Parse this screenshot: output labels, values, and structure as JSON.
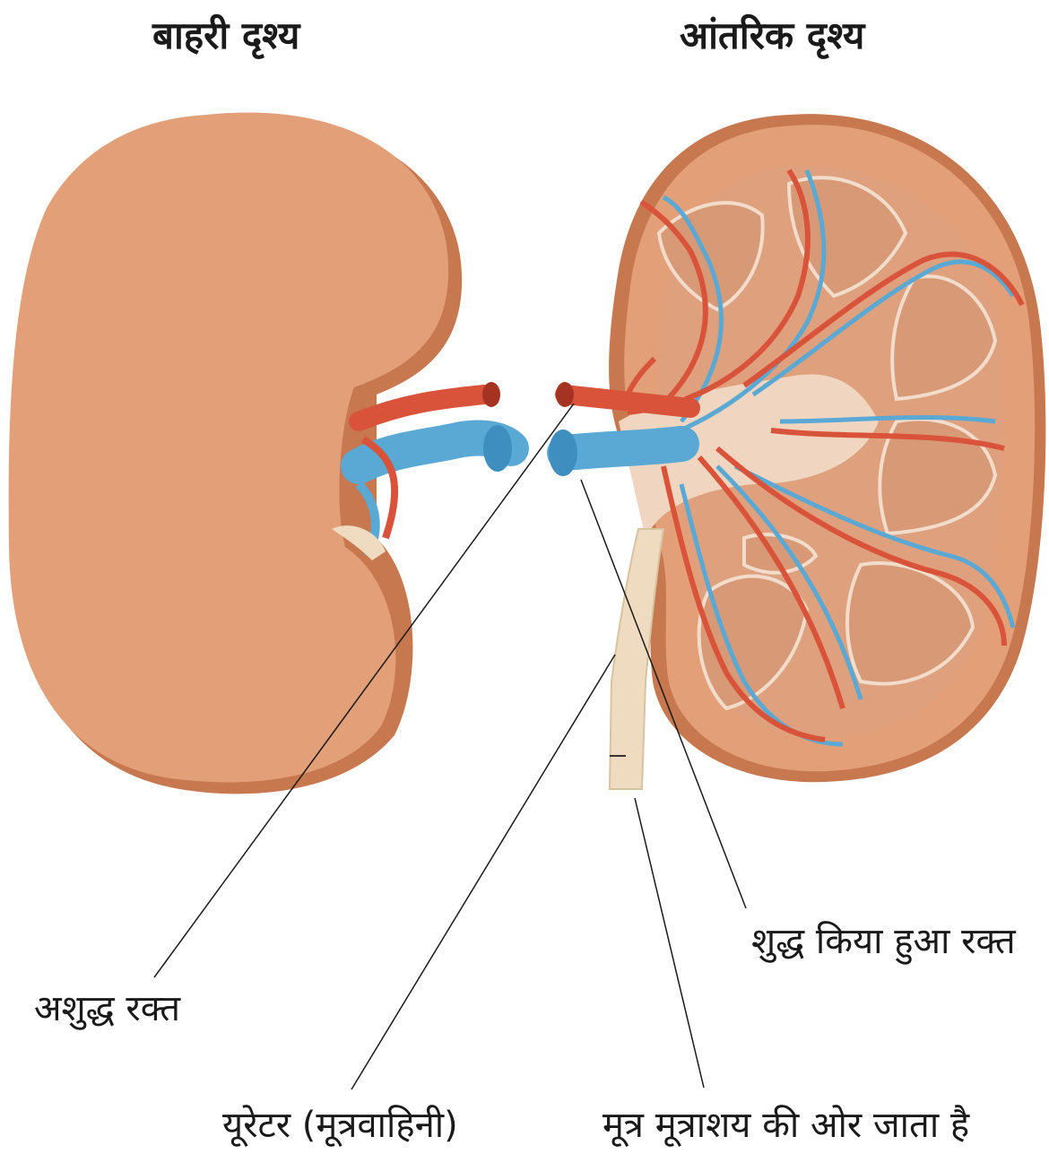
{
  "titles": {
    "external": "बाहरी दृश्य",
    "internal": "आंतरिक दृश्य"
  },
  "labels": {
    "impure_blood": "अशुद्ध रक्त",
    "ureter": "यूरेटर (मूत्रवाहिनी)",
    "purified_blood": "शुद्ध किया हुआ रक्त",
    "urine_to_bladder": "मूत्र मूत्राशय की ओर जाता है"
  },
  "colors": {
    "kidney_fill": "#E39F78",
    "kidney_edge": "#C7784F",
    "artery": "#D9523A",
    "vein": "#5AA8D4",
    "ureter": "#EFDCC0",
    "pyramid": "#D89A76"
  }
}
